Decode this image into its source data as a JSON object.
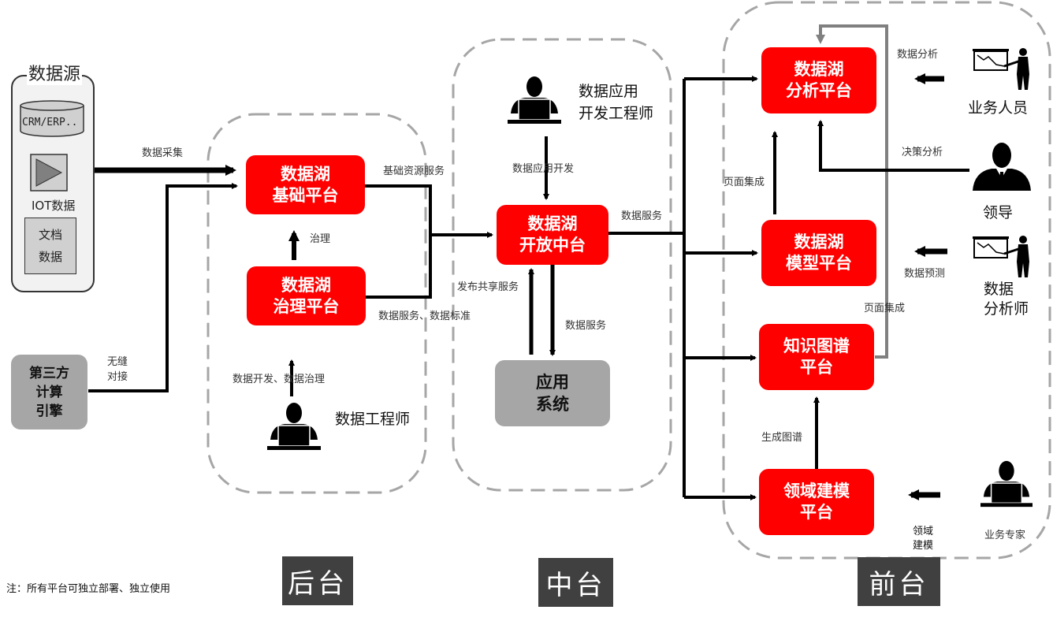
{
  "colors": {
    "platform_red": "#ff0000",
    "gray_box": "#a6a6a6",
    "tier_label_bg": "#404040",
    "dashed_border": "#a6a6a6",
    "arrow": "#000000",
    "feedback_arrow": "#808080"
  },
  "data_source": {
    "title": "数据源",
    "items": {
      "db": "CRM/ERP..",
      "iot": "IOT数据",
      "doc_line1": "文档",
      "doc_line2": "数据"
    },
    "icons": [
      "database-cylinder-icon",
      "play-icon",
      "document-icon"
    ]
  },
  "third_party": {
    "line1": "第三方",
    "line2": "计算",
    "line3": "引擎"
  },
  "platforms": {
    "base": {
      "line1": "数据湖",
      "line2": "基础平台"
    },
    "governance": {
      "line1": "数据湖",
      "line2": "治理平台"
    },
    "open_middle": {
      "line1": "数据湖",
      "line2": "开放中台"
    },
    "app_system": {
      "line1": "应用",
      "line2": "系统"
    },
    "analysis": {
      "line1": "数据湖",
      "line2": "分析平台"
    },
    "model": {
      "line1": "数据湖",
      "line2": "模型平台"
    },
    "knowledge_graph": {
      "line1": "知识图谱",
      "line2": "平台"
    },
    "domain_modeling": {
      "line1": "领域建模",
      "line2": "平台"
    }
  },
  "edge_labels": {
    "data_collection": "数据采集",
    "seamless_1": "无缝",
    "seamless_2": "对接",
    "governance": "治理",
    "base_resource_service": "基础资源服务",
    "data_service_standard": "数据服务、数据标准",
    "dev_governance": "数据开发、数据治理",
    "app_dev": "数据应用开发",
    "data_service_out": "数据服务",
    "publish_share": "发布共享服务",
    "data_service_app": "数据服务",
    "page_integration_1": "页面集成",
    "page_integration_2": "页面集成",
    "data_analysis": "数据分析",
    "decision_analysis": "决策分析",
    "data_prediction": "数据预测",
    "generate_graph": "生成图谱",
    "domain_modeling_1": "领域",
    "domain_modeling_2": "建模"
  },
  "roles": {
    "data_engineer": "数据工程师",
    "app_dev_engineer_1": "数据应用",
    "app_dev_engineer_2": "开发工程师",
    "business_staff": "业务人员",
    "leader": "领导",
    "analyst_1": "数据",
    "analyst_2": "分析师",
    "business_expert": "业务专家"
  },
  "tiers": {
    "backend": "后台",
    "middle": "中台",
    "frontend": "前台"
  },
  "note": "注：所有平台可独立部署、独立使用"
}
